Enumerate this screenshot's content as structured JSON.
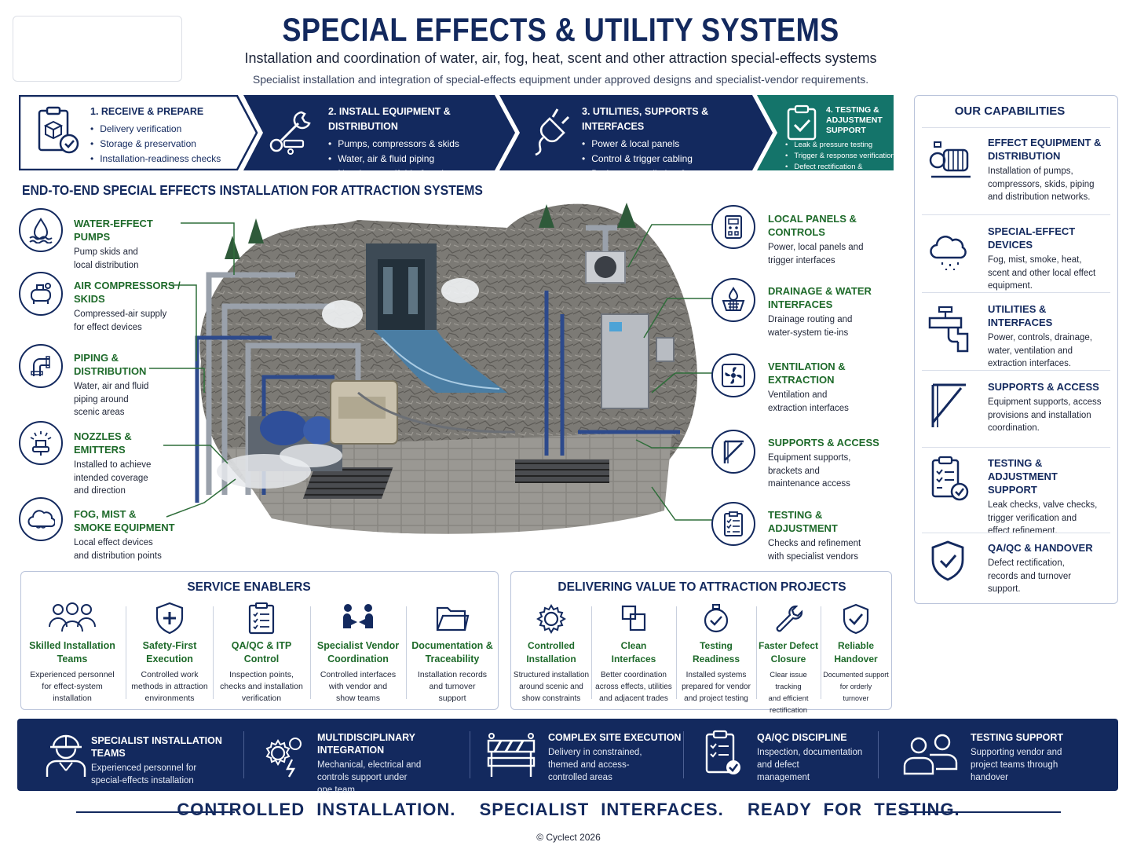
{
  "header": {
    "title": "SPECIAL EFFECTS & UTILITY SYSTEMS",
    "subtitle": "Installation and coordination of water, air, fog, heat, scent and other attraction special-effects systems",
    "subtitle2": "Specialist installation and integration of special-effects equipment under approved designs and specialist-vendor requirements."
  },
  "steps": [
    {
      "title": "1. RECEIVE & PREPARE",
      "items": [
        "Delivery verification",
        "Storage & preservation",
        "Installation-readiness checks"
      ],
      "icon": "package-check-icon"
    },
    {
      "title": "2. INSTALL EQUIPMENT & DISTRIBUTION",
      "items": [
        "Pumps, compressors & skids",
        "Water, air & fluid piping",
        "Nozzles, manifolds & emitters"
      ],
      "icon": "wrench-pipe-icon"
    },
    {
      "title": "3. UTILITIES, SUPPORTS & INTERFACES",
      "items": [
        "Power & local panels",
        "Control & trigger cabling",
        "Drainage, ventilation & access"
      ],
      "icon": "plug-icon"
    },
    {
      "title_lines": [
        "4. TESTING &",
        "ADJUSTMENT",
        "SUPPORT"
      ],
      "items": [
        "Leak & pressure testing",
        "Trigger & response verification",
        "Defect rectification & handover"
      ],
      "icon": "clipboard-check-icon"
    }
  ],
  "section_title": "END-TO-END SPECIAL EFFECTS INSTALLATION FOR ATTRACTION SYSTEMS",
  "left_callouts": [
    {
      "title": [
        "WATER-EFFECT PUMPS"
      ],
      "desc": [
        "Pump skids and",
        "local distribution"
      ],
      "icon": "water-drop-icon"
    },
    {
      "title": [
        "AIR COMPRESSORS /",
        "SKIDS"
      ],
      "desc": [
        "Compressed-air supply",
        "for effect devices"
      ],
      "icon": "compressor-icon"
    },
    {
      "title": [
        "PIPING &",
        "DISTRIBUTION"
      ],
      "desc": [
        "Water, air and fluid",
        "piping around",
        "scenic areas"
      ],
      "icon": "pipe-icon"
    },
    {
      "title": [
        "NOZZLES &",
        "EMITTERS"
      ],
      "desc": [
        "Installed to achieve",
        "intended coverage",
        "and direction"
      ],
      "icon": "nozzle-icon"
    },
    {
      "title": [
        "FOG, MIST &",
        "SMOKE EQUIPMENT"
      ],
      "desc": [
        "Local effect devices",
        "and distribution points"
      ],
      "icon": "cloud-icon"
    }
  ],
  "right_callouts": [
    {
      "title": [
        "LOCAL PANELS &",
        "CONTROLS"
      ],
      "desc": [
        "Power, local panels and",
        "trigger interfaces"
      ],
      "icon": "control-panel-icon"
    },
    {
      "title": [
        "DRAINAGE & WATER",
        "INTERFACES"
      ],
      "desc": [
        "Drainage routing and",
        "water-system tie-ins"
      ],
      "icon": "drain-icon"
    },
    {
      "title": [
        "VENTILATION &",
        "EXTRACTION"
      ],
      "desc": [
        "Ventilation and",
        "extraction interfaces"
      ],
      "icon": "fan-icon"
    },
    {
      "title": [
        "SUPPORTS & ACCESS"
      ],
      "desc": [
        "Equipment supports,",
        "brackets and",
        "maintenance access"
      ],
      "icon": "bracket-icon"
    },
    {
      "title": [
        "TESTING &",
        "ADJUSTMENT"
      ],
      "desc": [
        "Checks and refinement",
        "with specialist vendors"
      ],
      "icon": "checklist-icon"
    }
  ],
  "capabilities": {
    "heading": "OUR CAPABILITIES",
    "items": [
      {
        "title": [
          "EFFECT EQUIPMENT &",
          "DISTRIBUTION"
        ],
        "desc": [
          "Installation of pumps,",
          "compressors, skids, piping",
          "and distribution networks."
        ],
        "icon": "pump-motor-icon"
      },
      {
        "title": [
          "SPECIAL-EFFECT DEVICES"
        ],
        "desc": [
          "Fog, mist, smoke, heat,",
          "scent and other local effect",
          "equipment."
        ],
        "icon": "rain-cloud-icon"
      },
      {
        "title": [
          "UTILITIES & INTERFACES"
        ],
        "desc": [
          "Power, controls, drainage,",
          "water, ventilation and",
          "extraction interfaces."
        ],
        "icon": "valve-pipe-icon"
      },
      {
        "title": [
          "SUPPORTS & ACCESS"
        ],
        "desc": [
          "Equipment supports, access",
          "provisions and installation",
          "coordination."
        ],
        "icon": "bracket-icon"
      },
      {
        "title": [
          "TESTING & ADJUSTMENT",
          "SUPPORT"
        ],
        "desc": [
          "Leak checks, valve checks,",
          "trigger verification and",
          "effect refinement."
        ],
        "icon": "clipboard-check-icon"
      },
      {
        "title": [
          "QA/QC & HANDOVER"
        ],
        "desc": [
          "Defect rectification,",
          "records and turnover",
          "support."
        ],
        "icon": "shield-check-icon"
      }
    ]
  },
  "service_enablers": {
    "heading": "SERVICE ENABLERS",
    "items": [
      {
        "title": [
          "Skilled Installation",
          "Teams"
        ],
        "desc": [
          "Experienced personnel",
          "for effect-system",
          "installation"
        ],
        "icon": "team-icon"
      },
      {
        "title": [
          "Safety-First",
          "Execution"
        ],
        "desc": [
          "Controlled work",
          "methods in attraction",
          "environments"
        ],
        "icon": "shield-plus-icon"
      },
      {
        "title": [
          "QA/QC & ITP",
          "Control"
        ],
        "desc": [
          "Inspection points,",
          "checks and installation",
          "verification"
        ],
        "icon": "clipboard-list-icon"
      },
      {
        "title": [
          "Specialist Vendor",
          "Coordination"
        ],
        "desc": [
          "Controlled interfaces",
          "with vendor and",
          "show teams"
        ],
        "icon": "handshake-icon"
      },
      {
        "title": [
          "Documentation &",
          "Traceability"
        ],
        "desc": [
          "Installation records",
          "and turnover",
          "support"
        ],
        "icon": "folder-icon"
      }
    ]
  },
  "value": {
    "heading": "DELIVERING VALUE TO ATTRACTION PROJECTS",
    "items": [
      {
        "title": [
          "Controlled",
          "Installation"
        ],
        "desc": [
          "Structured installation",
          "around scenic and",
          "show constraints"
        ],
        "icon": "gear-icon"
      },
      {
        "title": [
          "Clean",
          "Interfaces"
        ],
        "desc": [
          "Better coordination",
          "across effects, utilities",
          "and adjacent trades"
        ],
        "icon": "interface-squares-icon"
      },
      {
        "title": [
          "Testing",
          "Readiness"
        ],
        "desc": [
          "Installed systems",
          "prepared for vendor",
          "and project testing"
        ],
        "icon": "stopwatch-check-icon"
      },
      {
        "title": [
          "Faster Defect",
          "Closure"
        ],
        "desc": [
          "Clear issue tracking",
          "and efficient",
          "rectification"
        ],
        "icon": "wrench-icon"
      },
      {
        "title": [
          "Reliable",
          "Handover"
        ],
        "desc": [
          "Documented support",
          "for orderly",
          "turnover"
        ],
        "icon": "shield-check-icon"
      }
    ]
  },
  "banner": [
    {
      "title": "SPECIALIST INSTALLATION TEAMS",
      "desc": [
        "Experienced personnel for",
        "special-effects installation"
      ],
      "icon": "worker-icon"
    },
    {
      "title": "MULTIDISCIPLINARY INTEGRATION",
      "desc": [
        "Mechanical, electrical and",
        "controls support under",
        "one team"
      ],
      "icon": "gears-bolt-icon"
    },
    {
      "title": "COMPLEX SITE EXECUTION",
      "desc": [
        "Delivery in constrained,",
        "themed and access-",
        "controlled areas"
      ],
      "icon": "barrier-icon"
    },
    {
      "title": "QA/QC DISCIPLINE",
      "desc": [
        "Inspection, documentation",
        "and defect",
        "management"
      ],
      "icon": "clipboard-check-icon"
    },
    {
      "title": "TESTING SUPPORT",
      "desc": [
        "Supporting vendor and",
        "project teams through",
        "handover"
      ],
      "icon": "people-icon"
    }
  ],
  "tagline": "CONTROLLED INSTALLATION.  SPECIALIST INTERFACES.  READY FOR TESTING.",
  "copyright": "© Cyclect 2026",
  "colors": {
    "navy": "#13295e",
    "teal": "#14746a",
    "green": "#1e6a2a"
  }
}
